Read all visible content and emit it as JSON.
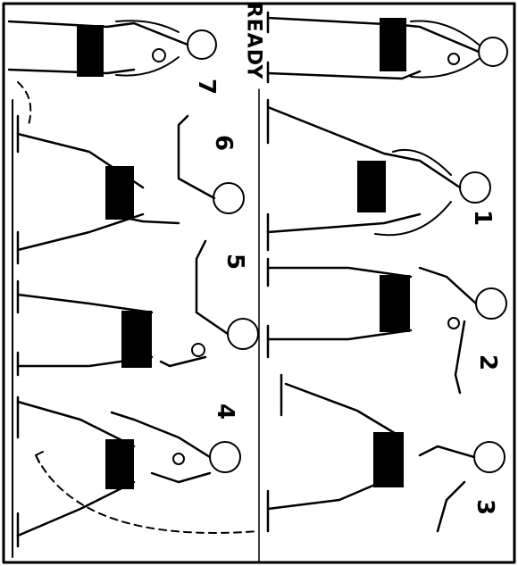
{
  "labels": {
    "ready": "READY",
    "step1": "1",
    "step2": "2",
    "step3": "3",
    "step4": "4",
    "step5": "5",
    "step6": "6",
    "step7": "7"
  },
  "colors": {
    "ink": "#000000",
    "paper": "#ffffff"
  },
  "figures": [
    {
      "id": "ready",
      "label_key": "ready"
    },
    {
      "id": "step1",
      "label_key": "step1"
    },
    {
      "id": "step2",
      "label_key": "step2"
    },
    {
      "id": "step3",
      "label_key": "step3"
    },
    {
      "id": "step4",
      "label_key": "step4"
    },
    {
      "id": "step5",
      "label_key": "step5"
    },
    {
      "id": "step6",
      "label_key": "step6"
    },
    {
      "id": "step7",
      "label_key": "step7"
    }
  ]
}
